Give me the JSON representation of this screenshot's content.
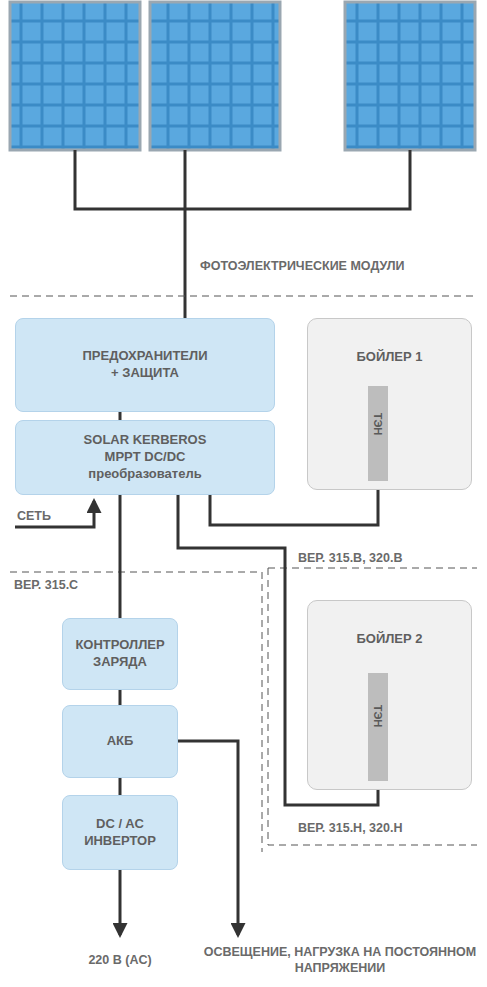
{
  "diagram": {
    "nodes": [
      {
        "text": [
          "ПРЕДОХРАНИТЕЛИ + ЗАЩИТА"
        ]
      },
      {
        "text": [
          "БОЙЛЕР 1"
        ]
      },
      {
        "text": [
          "ТЭН"
        ],
        "in": 1
      },
      {
        "text": [
          "SOLAR KERBEROS MPPT DC/DC преобразователь"
        ]
      },
      {
        "text": [
          "КОНТРОЛЛЕР ЗАРЯДА"
        ]
      },
      {
        "text": [
          "БОЙЛЕР 2"
        ]
      },
      {
        "text": [
          "ТЭН"
        ],
        "in": 5
      },
      {
        "text": [
          "АКБ"
        ]
      },
      {
        "text": [
          "DC / AC ИНВЕРТОР"
        ]
      }
    ],
    "edges": [
      {
        "from": 0,
        "to": 3,
        "arrow": "none"
      },
      {
        "from": 3,
        "to": 2,
        "arrow": "none"
      },
      {
        "from": 3,
        "to": 6,
        "arrow": "none"
      },
      {
        "from": 3,
        "to": 4,
        "arrow": "none"
      },
      {
        "from": 4,
        "to": 7,
        "arrow": "none"
      },
      {
        "from": 7,
        "to": 8,
        "arrow": "none"
      }
    ],
    "labels": [
      "ФОТОЭЛЕКТРИЧЕСКИЕ МОДУЛИ",
      "СЕТЬ",
      "ВЕР. 315.В, 320.В",
      "ВЕР. 315.С",
      "ВЕР. 315.Н, 320.Н",
      "220 В (AC)",
      "ОСВЕЩЕНИЕ, НАГРУЗКА НА ПОСТОЯННОМ НАПРЯЖЕНИИ"
    ]
  }
}
